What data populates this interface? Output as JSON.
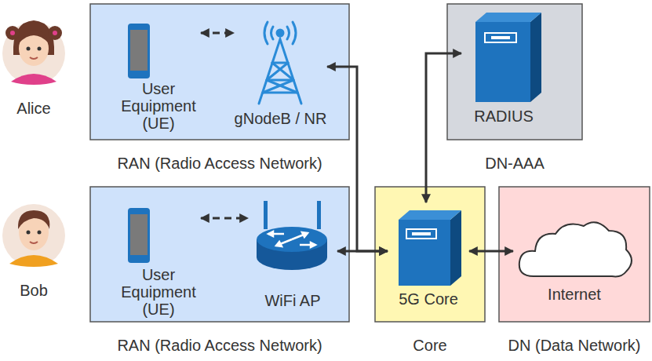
{
  "diagram": {
    "nodes": [
      {
        "text": [
          "RAN (Radio Access Network)"
        ]
      },
      {
        "text": [
          "User Equipment (UE)"
        ],
        "in": 0
      },
      {
        "text": [
          "gNodeB / NR"
        ],
        "in": 0
      },
      {
        "text": [
          "DN-AAA"
        ]
      },
      {
        "text": [
          "RADIUS"
        ],
        "in": 3
      },
      {
        "text": [
          "RAN (Radio Access Network)"
        ]
      },
      {
        "text": [
          "User Equipment (UE)"
        ],
        "in": 5
      },
      {
        "text": [
          "WiFi AP"
        ],
        "in": 5
      },
      {
        "text": [
          "Core"
        ]
      },
      {
        "text": [
          "5G Core"
        ],
        "in": 8
      },
      {
        "text": [
          "DN (Data Network)"
        ]
      },
      {
        "text": [
          "Internet"
        ],
        "in": 10
      }
    ],
    "edges": [
      {
        "from": 1,
        "to": 2,
        "arrow": "both"
      },
      {
        "from": 2,
        "to": 9,
        "arrow": "both"
      },
      {
        "from": 6,
        "to": 7,
        "arrow": "both"
      },
      {
        "from": 7,
        "to": 9,
        "arrow": "both"
      },
      {
        "from": 4,
        "to": 9,
        "arrow": "both"
      },
      {
        "from": 9,
        "to": 11,
        "arrow": "both"
      }
    ],
    "labels": [
      "Alice",
      "Bob"
    ]
  }
}
